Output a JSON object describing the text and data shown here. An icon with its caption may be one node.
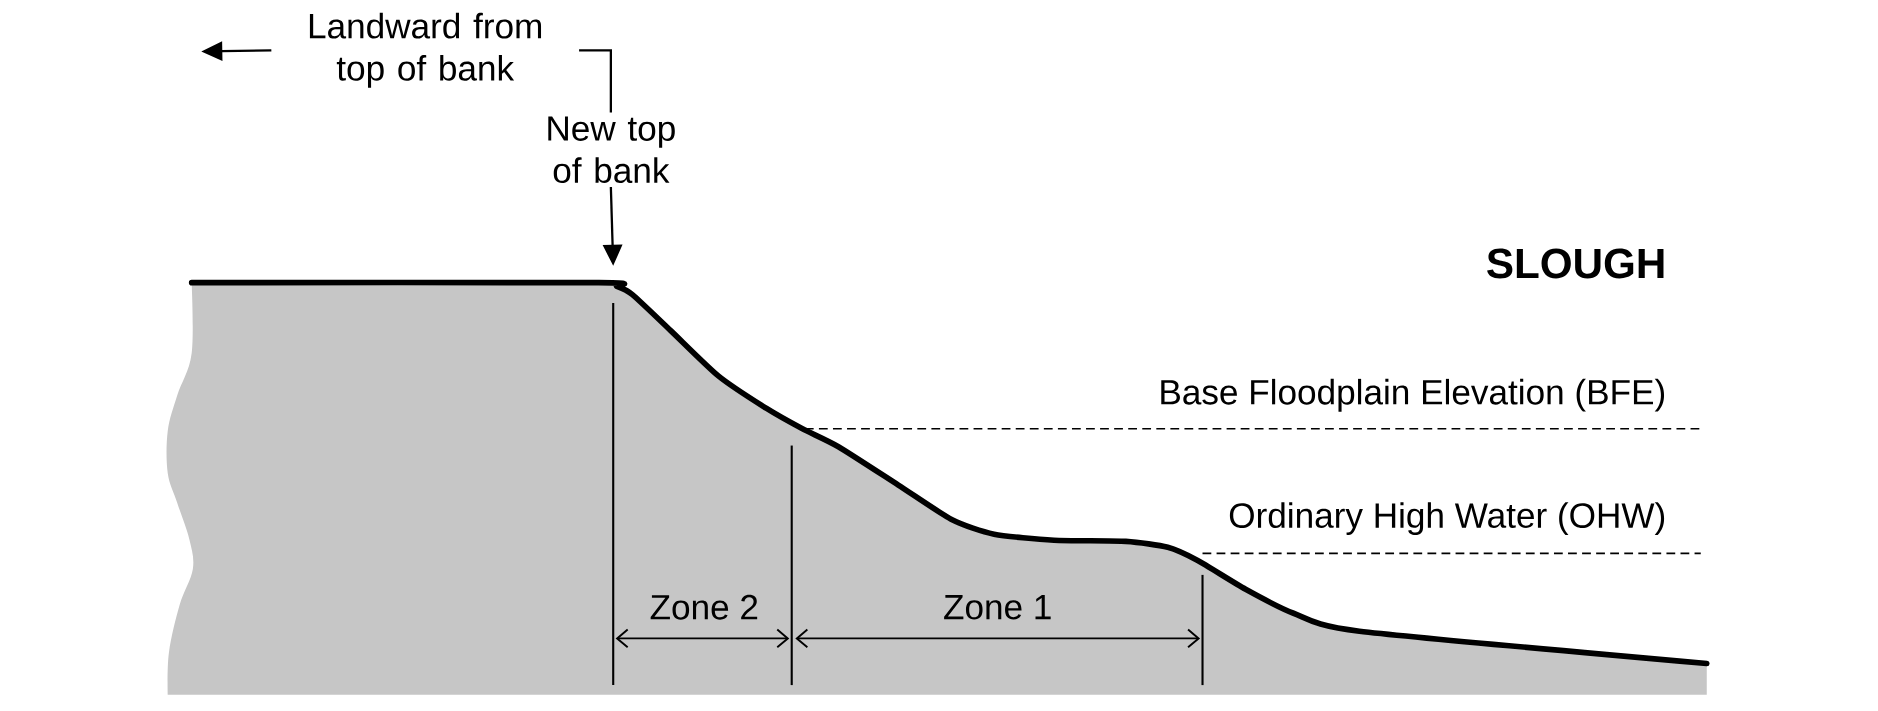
{
  "diagram": {
    "nodes": [
      {
        "text": [
          "Landward from top of bank"
        ]
      },
      {
        "text": [
          "New top of bank"
        ]
      }
    ],
    "edges": [
      {
        "from": 0,
        "to": 1,
        "arrow": "none"
      },
      {
        "from": 1,
        "to": null,
        "arrow": "to"
      },
      {
        "from": 0,
        "to": null,
        "arrow": "to"
      }
    ],
    "labels": [
      "SLOUGH",
      "Base Floodplain Elevation (BFE)",
      "Ordinary High Water (OHW)",
      "Zone 2",
      "Zone 1"
    ]
  }
}
